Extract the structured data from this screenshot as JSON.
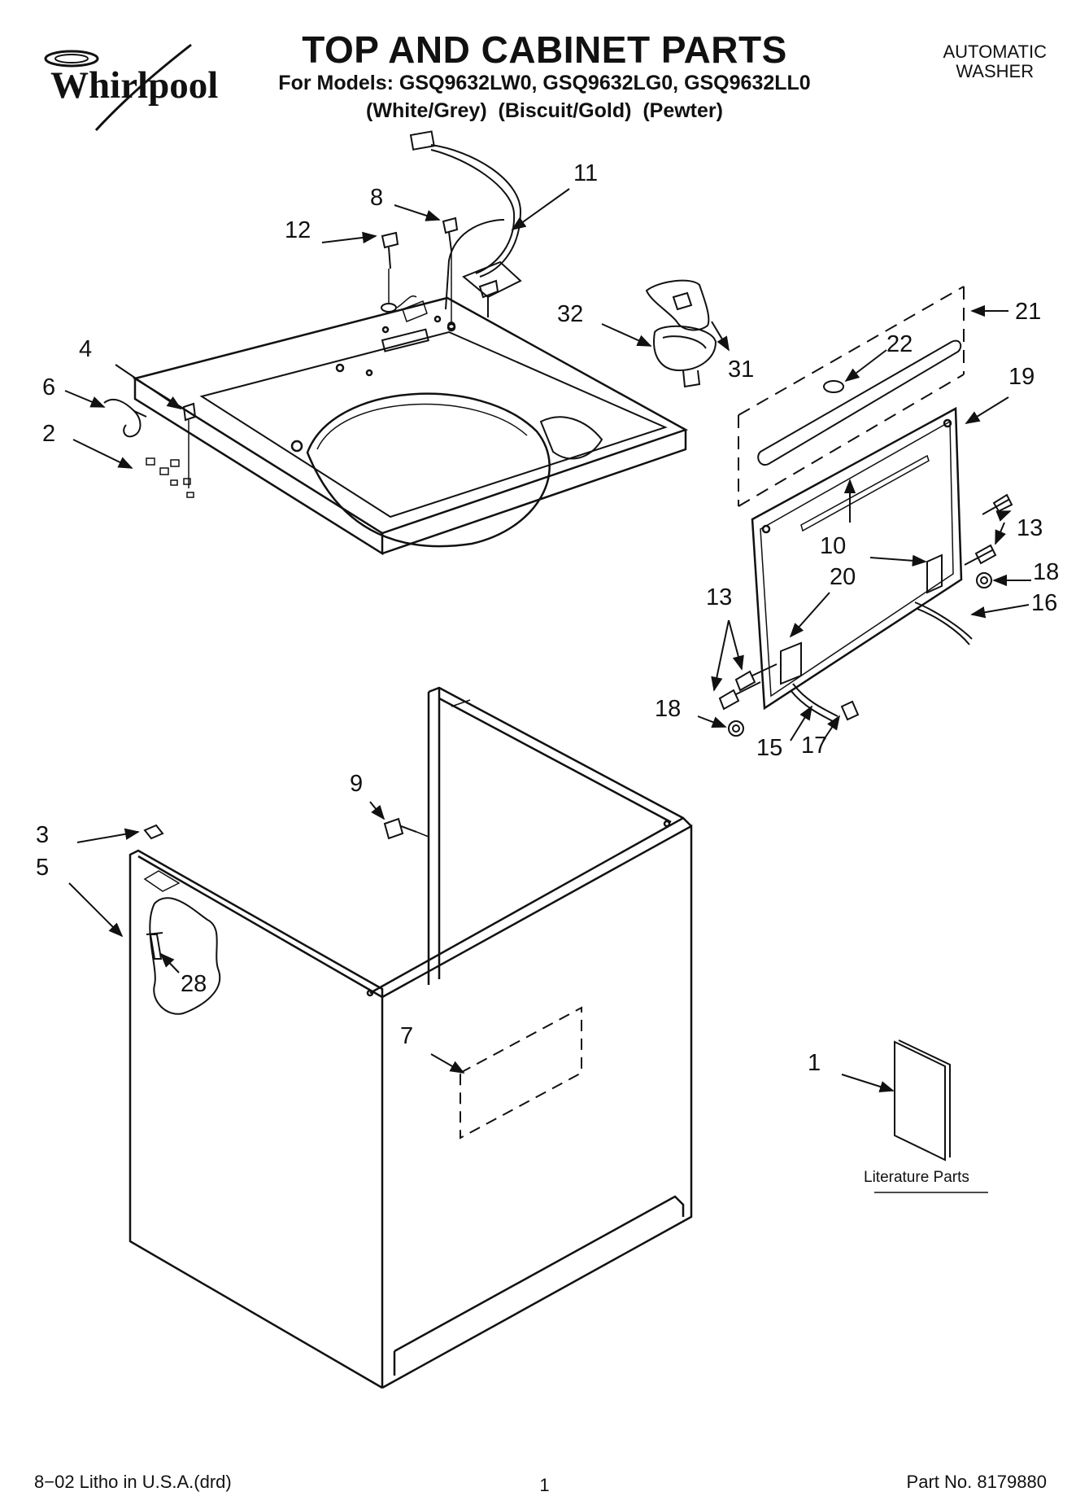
{
  "header": {
    "brand": "Whirlpool",
    "title": "TOP AND CABINET PARTS",
    "models": "For Models: GSQ9632LW0, GSQ9632LG0, GSQ9632LL0",
    "variants": "(White/Grey)  (Biscuit/Gold)  (Pewter)",
    "appliance_line1": "AUTOMATIC",
    "appliance_line2": "WASHER"
  },
  "callouts": {
    "c1": "1",
    "c2": "2",
    "c3": "3",
    "c4": "4",
    "c5": "5",
    "c6": "6",
    "c7": "7",
    "c8": "8",
    "c9": "9",
    "c10": "10",
    "c11": "11",
    "c12": "12",
    "c13a": "13",
    "c13b": "13",
    "c15": "15",
    "c16": "16",
    "c17": "17",
    "c18a": "18",
    "c18b": "18",
    "c19": "19",
    "c20": "20",
    "c21": "21",
    "c22": "22",
    "c28": "28",
    "c31": "31",
    "c32": "32"
  },
  "literature_label": "Literature Parts",
  "footer": {
    "litho": "8−02 Litho in U.S.A.(drd)",
    "page_number": "1",
    "part_number": "Part No. 8179880"
  }
}
